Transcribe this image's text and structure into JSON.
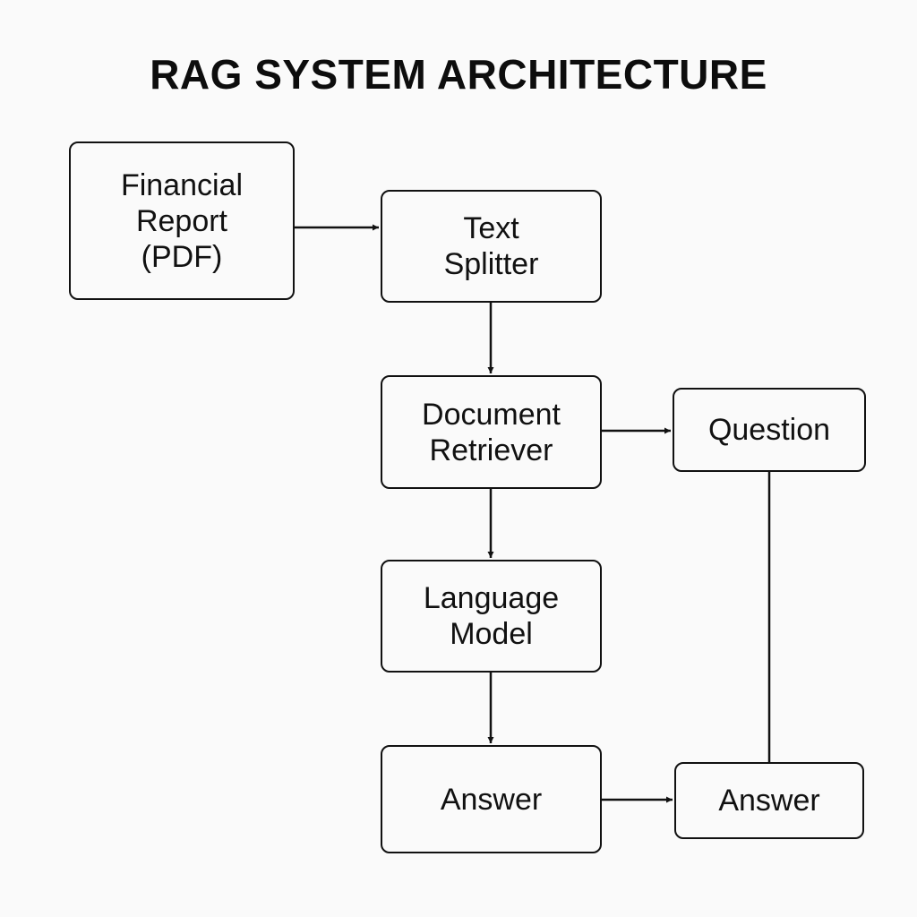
{
  "title": "RAG SYSTEM ARCHITECTURE",
  "nodes": {
    "financial_report": "Financial\nReport\n(PDF)",
    "text_splitter": "Text\nSplitter",
    "document_retriever": "Document\nRetriever",
    "question": "Question",
    "language_model": "Language\nModel",
    "answer_main": "Answer",
    "answer_side": "Answer"
  },
  "edges": [
    {
      "from": "financial_report",
      "to": "text_splitter",
      "arrow": true
    },
    {
      "from": "text_splitter",
      "to": "document_retriever",
      "arrow": true
    },
    {
      "from": "document_retriever",
      "to": "question",
      "arrow": true
    },
    {
      "from": "document_retriever",
      "to": "language_model",
      "arrow": true
    },
    {
      "from": "language_model",
      "to": "answer_main",
      "arrow": true
    },
    {
      "from": "answer_main",
      "to": "answer_side",
      "arrow": true
    },
    {
      "from": "question",
      "to": "answer_side",
      "arrow": false
    }
  ],
  "colors": {
    "background": "#fafafa",
    "stroke": "#111111"
  }
}
